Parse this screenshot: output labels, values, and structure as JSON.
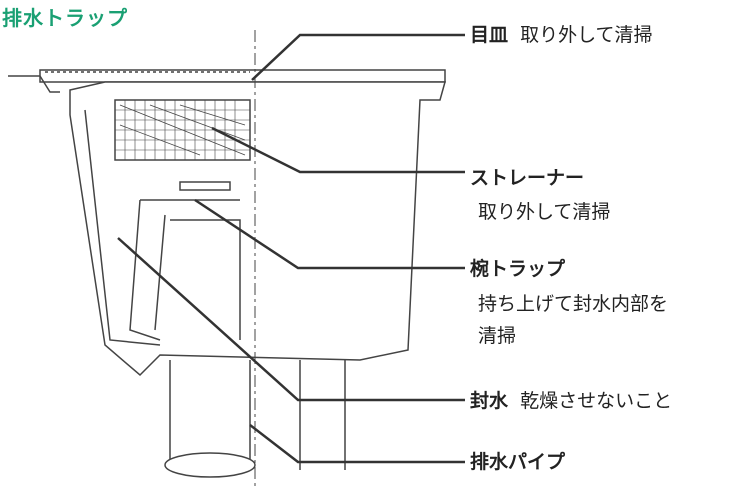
{
  "title": "排水トラップ",
  "accent_color": "#1aa073",
  "labels": [
    {
      "name": "目皿",
      "note": "取り外して清掃"
    },
    {
      "name": "ストレーナー",
      "note": "取り外して清掃"
    },
    {
      "name": "椀トラップ",
      "note": "持ち上げて封水内部を",
      "note2": "清掃"
    },
    {
      "name": "封水",
      "note": "乾燥させないこと"
    },
    {
      "name": "排水パイプ"
    }
  ]
}
